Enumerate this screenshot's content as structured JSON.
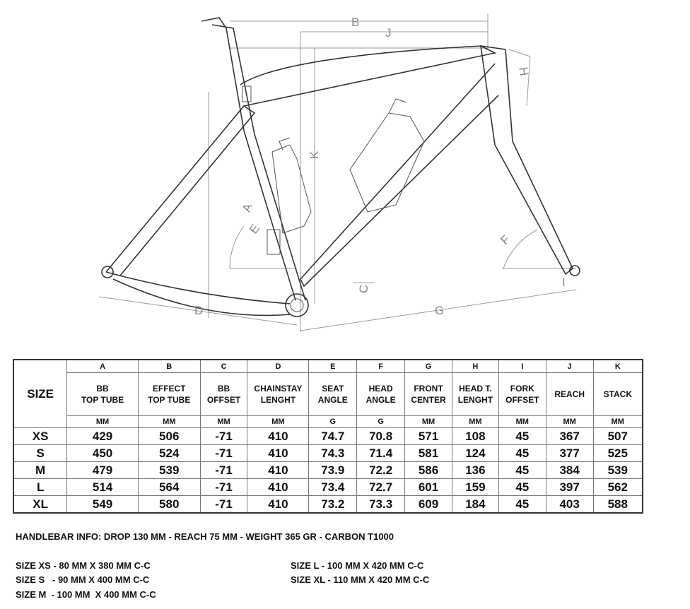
{
  "diagram": {
    "labels": {
      "A": "A",
      "B": "B",
      "C": "C",
      "D": "D",
      "E": "E",
      "F": "F",
      "G": "G",
      "H": "H",
      "I": "I",
      "J": "J",
      "K": "K"
    }
  },
  "table": {
    "size_header": "SIZE",
    "columns": [
      {
        "letter": "A",
        "name1": "BB",
        "name2": "TOP TUBE",
        "unit": "MM"
      },
      {
        "letter": "B",
        "name1": "EFFECT",
        "name2": "TOP TUBE",
        "unit": "MM"
      },
      {
        "letter": "C",
        "name1": "BB",
        "name2": "OFFSET",
        "unit": "MM"
      },
      {
        "letter": "D",
        "name1": "CHAINSTAY",
        "name2": "LENGHT",
        "unit": "MM"
      },
      {
        "letter": "E",
        "name1": "SEAT",
        "name2": "ANGLE",
        "unit": "G"
      },
      {
        "letter": "F",
        "name1": "HEAD",
        "name2": "ANGLE",
        "unit": "G"
      },
      {
        "letter": "G",
        "name1": "FRONT",
        "name2": "CENTER",
        "unit": "MM"
      },
      {
        "letter": "H",
        "name1": "HEAD T.",
        "name2": "LENGHT",
        "unit": "MM"
      },
      {
        "letter": "I",
        "name1": "FORK",
        "name2": "OFFSET",
        "unit": "MM"
      },
      {
        "letter": "J",
        "name1": "REACH",
        "name2": "",
        "unit": "MM"
      },
      {
        "letter": "K",
        "name1": "STACK",
        "name2": "",
        "unit": "MM"
      }
    ],
    "rows": [
      {
        "size": "XS",
        "values": [
          "429",
          "506",
          "-71",
          "410",
          "74.7",
          "70.8",
          "571",
          "108",
          "45",
          "367",
          "507"
        ]
      },
      {
        "size": "S",
        "values": [
          "450",
          "524",
          "-71",
          "410",
          "74.3",
          "71.4",
          "581",
          "124",
          "45",
          "377",
          "525"
        ]
      },
      {
        "size": "M",
        "values": [
          "479",
          "539",
          "-71",
          "410",
          "73.9",
          "72.2",
          "586",
          "136",
          "45",
          "384",
          "539"
        ]
      },
      {
        "size": "L",
        "values": [
          "514",
          "564",
          "-71",
          "410",
          "73.4",
          "72.7",
          "601",
          "159",
          "45",
          "397",
          "562"
        ]
      },
      {
        "size": "XL",
        "values": [
          "549",
          "580",
          "-71",
          "410",
          "73.2",
          "73.3",
          "609",
          "184",
          "45",
          "403",
          "588"
        ]
      }
    ]
  },
  "notes": {
    "handlebar_info": "HANDLEBAR INFO: DROP 130 MM - REACH 75 MM - WEIGHT 365 GR - CARBON T1000",
    "sizes_left": [
      "SIZE XS - 80 MM X 380 MM C-C",
      "SIZE S   - 90 MM X 400 MM C-C",
      "SIZE M  - 100 MM  X 400 MM C-C"
    ],
    "sizes_right": [
      "SIZE L - 100 MM X 420 MM C-C",
      "SIZE XL - 110 MM X 420 MM C-C"
    ]
  }
}
